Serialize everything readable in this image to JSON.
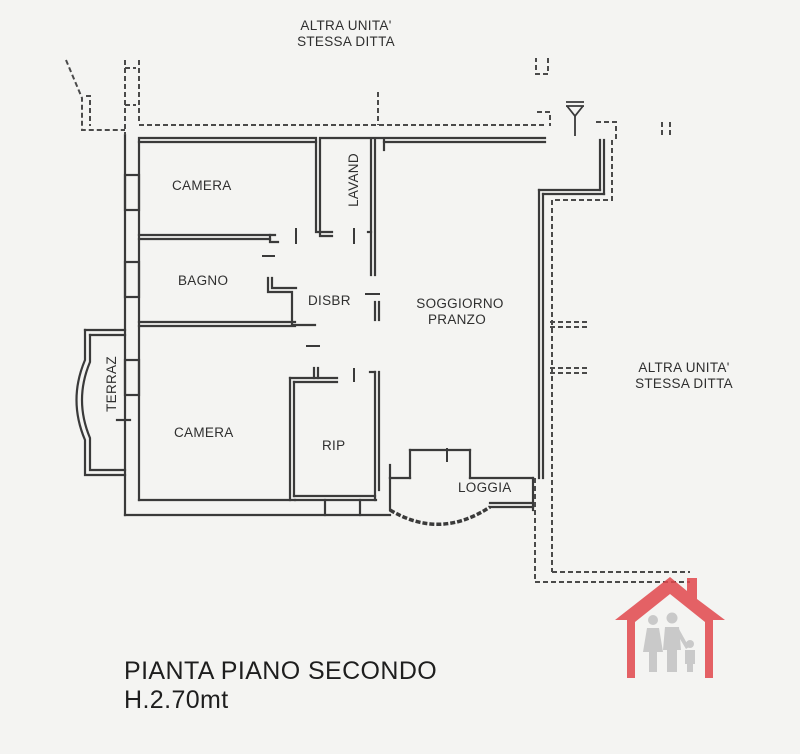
{
  "plan": {
    "title": "PIANTA PIANO SECONDO",
    "height_note": "H.2.70mt"
  },
  "adjacent_units": [
    {
      "line1": "ALTRA UNITA'",
      "line2": "STESSA DITTA"
    },
    {
      "line1": "ALTRA UNITA'",
      "line2": "STESSA DITTA"
    }
  ],
  "rooms": [
    {
      "id": "camera-1",
      "label": "CAMERA"
    },
    {
      "id": "lavand",
      "label": "LAVAND"
    },
    {
      "id": "bagno",
      "label": "BAGNO"
    },
    {
      "id": "disbr",
      "label": "DISBR"
    },
    {
      "id": "soggiorno",
      "label": "SOGGIORNO",
      "label2": "PRANZO"
    },
    {
      "id": "terraz",
      "label": "TERRAZ"
    },
    {
      "id": "camera-2",
      "label": "CAMERA"
    },
    {
      "id": "rip",
      "label": "RIP"
    },
    {
      "id": "loggia",
      "label": "LOGGIA"
    }
  ],
  "colors": {
    "wall": "#3a3a3a",
    "dashed": "#4a4a4a",
    "background": "#f4f4f2",
    "logo_red": "#e0474c",
    "logo_grey": "#c9c9c9"
  },
  "logo": {
    "icon": "house-family-icon"
  }
}
